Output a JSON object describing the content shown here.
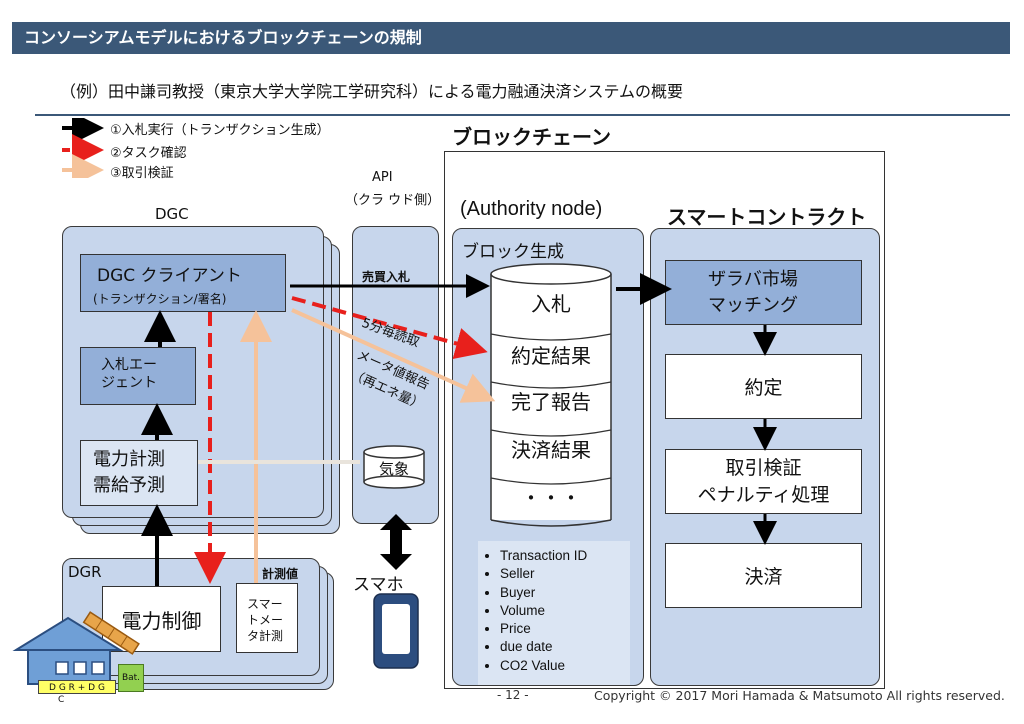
{
  "header": {
    "title": "コンソーシアムモデルにおけるブロックチェーンの規制"
  },
  "subtitle": "（例）田中謙司教授（東京大学大学院工学研究科）による電力融通決済システムの概要",
  "legend": {
    "item1": "①入札実行（トランザクション生成）",
    "item2": "②タスク確認",
    "item3": "③取引検証",
    "colors": {
      "execute": "#000000",
      "confirm": "#e8201c",
      "verify": "#f5c29a"
    }
  },
  "blockchain": {
    "title": "ブロックチェーン"
  },
  "api": {
    "line1": "API",
    "line2": "（クラ ウド側）",
    "weather": "気象"
  },
  "dgc": {
    "label": "DGC",
    "client_line1": "DGC クライアント",
    "client_line2": "(トランザクション/署名)",
    "agent_line1": "入札エー",
    "agent_line2": "ジェント",
    "measure_line1": "電力計測",
    "measure_line2": "需給予測"
  },
  "arrows": {
    "bid": "売買入札",
    "read": "5分毎読取",
    "meter_report_1": "メータ値報告",
    "meter_report_2": "（再エネ量）",
    "meter_value": "計測値"
  },
  "authority": {
    "label": "(Authority node)",
    "block_gen": "ブロック生成"
  },
  "blocks": [
    "入札",
    "約定結果",
    "完了報告",
    "決済結果",
    "・・・"
  ],
  "tx_fields": [
    "Transaction ID",
    "Seller",
    "Buyer",
    "Volume",
    "Price",
    "due date",
    "CO2 Value"
  ],
  "smart_contract": {
    "title": "スマートコントラクト",
    "step1_line1": "ザラバ市場",
    "step1_line2": "マッチング",
    "step2": "約定",
    "step3_line1": "取引検証",
    "step3_line2": "ペナルティ処理",
    "step4": "決済"
  },
  "dgr": {
    "label": "DGR",
    "power_control": "電力制御",
    "smart_meter_1": "スマー",
    "smart_meter_2": "トメー",
    "smart_meter_3": "タ計測"
  },
  "smartphone": "スマホ",
  "house": {
    "tag": "D G R + D G",
    "tag2": "C",
    "battery": "Bat."
  },
  "footer": {
    "page": "- 12 -",
    "copyright": "Copyright © 2017 Mori Hamada & Matsumoto  All rights reserved."
  }
}
